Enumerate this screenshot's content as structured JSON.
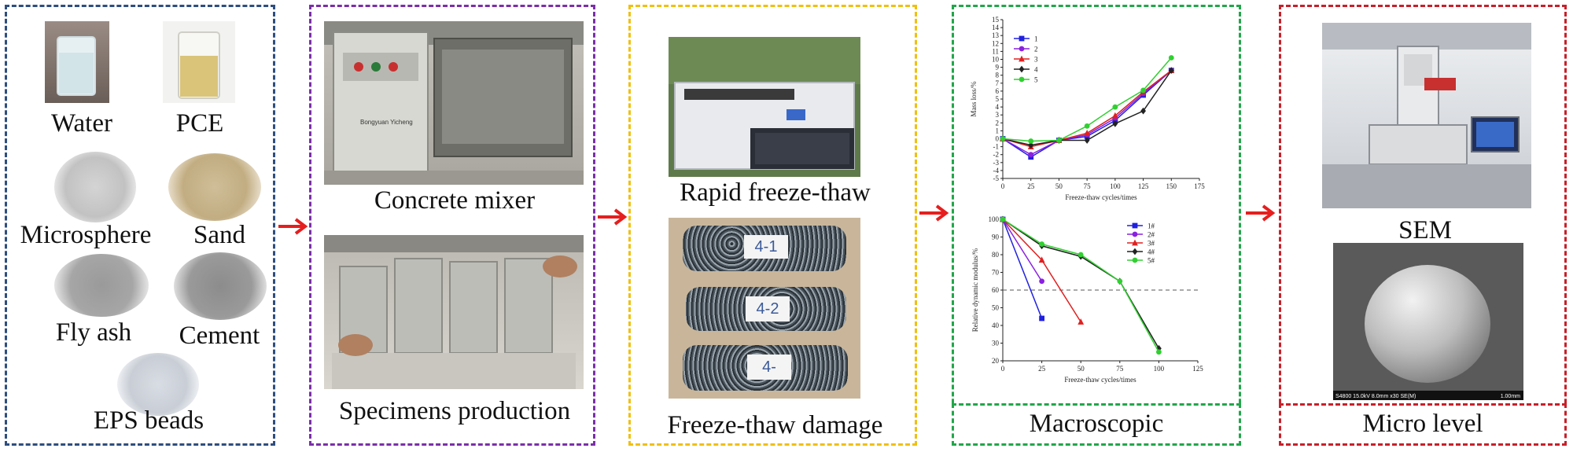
{
  "colors": {
    "materials": "#2e4e7e",
    "production": "#7b2fa8",
    "freezethaw": "#f0c010",
    "macro": "#22a64a",
    "micro": "#c8202a",
    "arrow": "#e61e1e"
  },
  "materials": {
    "water": "Water",
    "pce": "PCE",
    "microsphere": "Microsphere",
    "sand": "Sand",
    "flyash": "Fly ash",
    "cement": "Cement",
    "eps": "EPS beads"
  },
  "production": {
    "mixer": "Concrete mixer",
    "specimens": "Specimens production",
    "mixer_plate": "Bongyuan Yicheng"
  },
  "freezethaw": {
    "rapid": "Rapid freeze-thaw",
    "damage": "Freeze-thaw damage",
    "tags": [
      "4-1",
      "4-2",
      "4-"
    ]
  },
  "macro": {
    "title": "Macroscopic"
  },
  "micro": {
    "sem": "SEM",
    "title": "Micro level",
    "sem_caption_left": "S4800 15.0kV 8.0mm x30 SE(M)",
    "sem_caption_right": "1.00mm"
  },
  "chart_data": [
    {
      "type": "line",
      "xlabel": "Freeze-thaw cycles/times",
      "ylabel": "Mass loss/%",
      "xlim": [
        0,
        175
      ],
      "ylim": [
        -5,
        15
      ],
      "xticks": [
        0,
        25,
        50,
        75,
        100,
        125,
        150,
        175
      ],
      "yticks": [
        -5,
        -4,
        -3,
        -2,
        -1,
        0,
        1,
        2,
        3,
        4,
        5,
        6,
        7,
        8,
        9,
        10,
        11,
        12,
        13,
        14,
        15
      ],
      "legend": "top-left",
      "series": [
        {
          "name": "1",
          "color": "#2020e0",
          "marker": "square",
          "x": [
            0,
            25,
            50,
            75,
            100,
            125,
            150
          ],
          "y": [
            0,
            -2.3,
            -0.2,
            0.3,
            2.3,
            5.5,
            8.6
          ]
        },
        {
          "name": "2",
          "color": "#8a20e0",
          "marker": "circle",
          "x": [
            0,
            25,
            50,
            75,
            100,
            125,
            150
          ],
          "y": [
            0,
            -2.0,
            -0.2,
            0.5,
            2.6,
            5.7,
            8.6
          ]
        },
        {
          "name": "3",
          "color": "#e02020",
          "marker": "triangle",
          "x": [
            0,
            25,
            50,
            75,
            100,
            125,
            150
          ],
          "y": [
            0,
            -1.0,
            -0.2,
            0.7,
            2.9,
            5.9,
            8.6
          ]
        },
        {
          "name": "4",
          "color": "#222222",
          "marker": "diamond",
          "x": [
            0,
            25,
            50,
            75,
            100,
            125,
            150
          ],
          "y": [
            0,
            -0.8,
            -0.2,
            -0.2,
            1.9,
            3.5,
            8.6
          ]
        },
        {
          "name": "5",
          "color": "#30d030",
          "marker": "circle",
          "x": [
            0,
            25,
            50,
            75,
            100,
            125,
            150
          ],
          "y": [
            0,
            -0.3,
            -0.2,
            1.6,
            4.0,
            6.1,
            10.2
          ]
        }
      ]
    },
    {
      "type": "line",
      "xlabel": "Freeze-thaw cycles/times",
      "ylabel": "Relative dynamic modulus/%",
      "xlim": [
        0,
        125
      ],
      "ylim": [
        20,
        100
      ],
      "xticks": [
        0,
        25,
        50,
        75,
        100,
        125
      ],
      "yticks": [
        20,
        30,
        40,
        50,
        60,
        70,
        80,
        90,
        100
      ],
      "reference_line": 60,
      "legend": "top-right",
      "series": [
        {
          "name": "1#",
          "color": "#2020e0",
          "marker": "square",
          "x": [
            0,
            25
          ],
          "y": [
            100,
            44
          ]
        },
        {
          "name": "2#",
          "color": "#8a20e0",
          "marker": "circle",
          "x": [
            0,
            25
          ],
          "y": [
            100,
            65
          ]
        },
        {
          "name": "3#",
          "color": "#e02020",
          "marker": "triangle",
          "x": [
            0,
            25,
            50
          ],
          "y": [
            100,
            77,
            42
          ]
        },
        {
          "name": "4#",
          "color": "#222222",
          "marker": "diamond",
          "x": [
            0,
            25,
            50,
            75,
            100
          ],
          "y": [
            100,
            85,
            79,
            65,
            27
          ]
        },
        {
          "name": "5#",
          "color": "#30d030",
          "marker": "circle",
          "x": [
            0,
            25,
            50,
            75,
            100
          ],
          "y": [
            100,
            86,
            80,
            65,
            25
          ]
        }
      ]
    }
  ]
}
